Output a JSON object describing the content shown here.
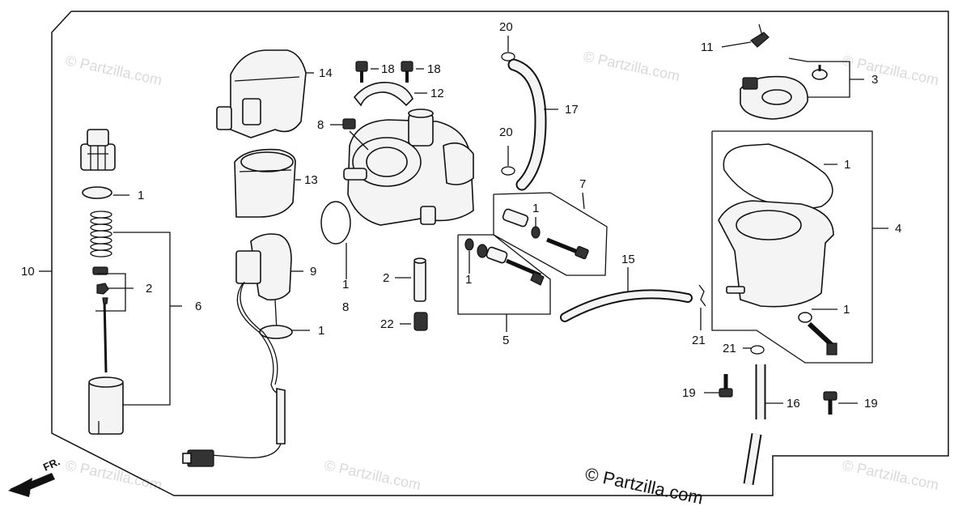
{
  "watermark_text": "© Partzilla.com",
  "copyright_text": "© Partzilla.com",
  "direction_label": "FR.",
  "callouts": {
    "c1_a": "1",
    "c1_b": "1",
    "c1_c": "1",
    "c1_d": "1",
    "c1_e": "1",
    "c1_f": "1",
    "c1_g": "1",
    "c2_a": "2",
    "c2_b": "2",
    "c3": "3",
    "c4": "4",
    "c5": "5",
    "c6": "6",
    "c7": "7",
    "c8_a": "8",
    "c8_b": "8",
    "c9": "9",
    "c10": "10",
    "c11": "11",
    "c12": "12",
    "c13": "13",
    "c14": "14",
    "c15": "15",
    "c16": "16",
    "c17": "17",
    "c18_a": "18",
    "c18_b": "18",
    "c19_a": "19",
    "c19_b": "19",
    "c20_a": "20",
    "c20_b": "20",
    "c21_a": "21",
    "c21_b": "21",
    "c22": "22"
  }
}
